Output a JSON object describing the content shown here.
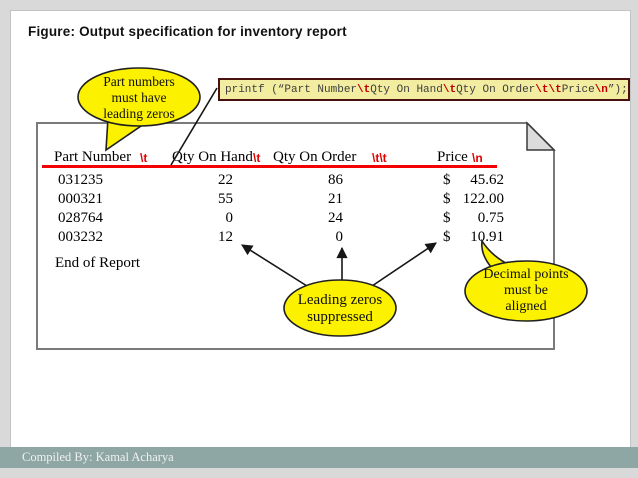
{
  "slide": {
    "title": "Figure: Output specification for inventory report",
    "footer": "Compiled By: Kamal Acharya"
  },
  "code": {
    "segments": [
      {
        "text": "printf (“Part Number",
        "type": "plain"
      },
      {
        "text": "\\t",
        "type": "escape"
      },
      {
        "text": "Qty On Hand",
        "type": "plain"
      },
      {
        "text": "\\t",
        "type": "escape"
      },
      {
        "text": "Qty On Order",
        "type": "plain"
      },
      {
        "text": "\\t\\t",
        "type": "escape"
      },
      {
        "text": "Price",
        "type": "plain"
      },
      {
        "text": "\\n",
        "type": "escape"
      },
      {
        "text": "”);",
        "type": "plain"
      }
    ]
  },
  "report": {
    "header": {
      "part_number": "Part Number",
      "tab1": "\\t",
      "qty_on_hand": "Qty On Hand",
      "tab2": "\\t",
      "qty_on_order": "Qty On Order",
      "tab3": "\\t\\t",
      "price": "Price",
      "newline": "\\n"
    },
    "rows": [
      {
        "part": "031235",
        "qty_on_hand": "22",
        "qty_on_order": "86",
        "currency": "$",
        "price": "45.62"
      },
      {
        "part": "000321",
        "qty_on_hand": "55",
        "qty_on_order": "21",
        "currency": "$",
        "price": "122.00"
      },
      {
        "part": "028764",
        "qty_on_hand": "0",
        "qty_on_order": "24",
        "currency": "$",
        "price": "0.75"
      },
      {
        "part": "003232",
        "qty_on_hand": "12",
        "qty_on_order": "0",
        "currency": "$",
        "price": "10.91"
      }
    ],
    "end_text": "End of Report"
  },
  "callouts": {
    "part_numbers": {
      "lines": [
        "Part numbers",
        "must have",
        "leading zeros"
      ]
    },
    "leading_zeros": {
      "lines": [
        "Leading zeros",
        "suppressed"
      ]
    },
    "decimal_points": {
      "lines": [
        "Decimal points",
        "must be",
        "aligned"
      ]
    }
  },
  "colors": {
    "bubble_yellow": "#fcf200",
    "code_background": "#f2eda1",
    "code_border": "#4a1111",
    "escape_red": "#c00000",
    "underline_red": "#f40000",
    "footer_teal": "#8ea7a5"
  }
}
